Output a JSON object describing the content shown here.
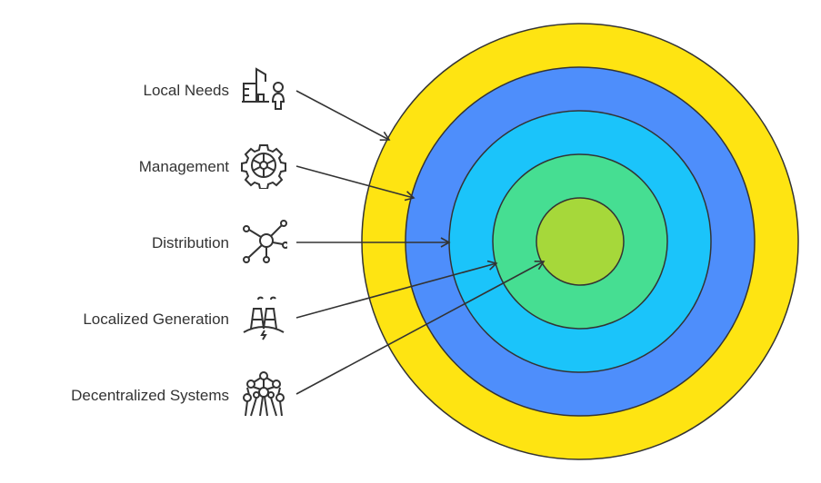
{
  "title": "Layered energy model",
  "layers": [
    {
      "label": "Local Needs",
      "icon": "building-person-icon",
      "color": "#FEE412"
    },
    {
      "label": "Management",
      "icon": "gear-wheel-icon",
      "color": "#4E8EFB"
    },
    {
      "label": "Distribution",
      "icon": "network-hub-icon",
      "color": "#1BC4FA"
    },
    {
      "label": "Localized Generation",
      "icon": "power-plant-icon",
      "color": "#46DE92"
    },
    {
      "label": "Decentralized Systems",
      "icon": "atomium-network-icon",
      "color": "#A6D83A"
    }
  ]
}
